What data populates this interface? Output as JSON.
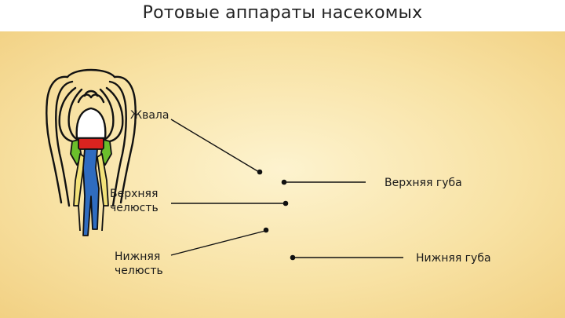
{
  "title": "Ротовые аппараты насекомых",
  "labels": {
    "mandibles": "Жвала",
    "maxilla": "Верхняя\nчелюсть",
    "labium_jaw": "Нижняя\nчелюсть",
    "upper_lip": "Верхняя губа",
    "lower_lip": "Нижняя губа"
  },
  "colors": {
    "labrum": "#d9231f",
    "maxillae": "#6bbf2b",
    "palps": "#f3e27a",
    "proboscis": "#2f6cc0"
  }
}
